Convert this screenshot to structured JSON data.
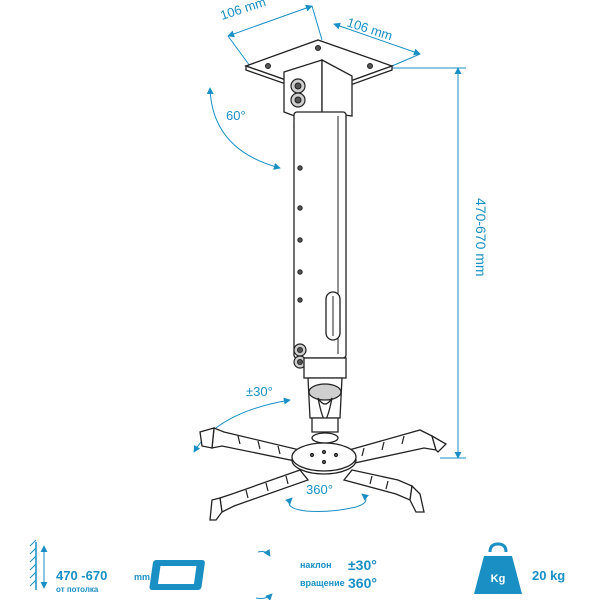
{
  "dimensions": {
    "plate_width_a": "106 mm",
    "plate_width_b": "106 mm",
    "height_range": "470-670 mm",
    "tilt_top": "60°",
    "tilt_bottom": "±30°",
    "rotation": "360°"
  },
  "specs": {
    "height_value": "470 -670",
    "height_unit": "mm",
    "height_caption": "от потолка",
    "tilt_label": "наклон",
    "tilt_value": "±30°",
    "rotate_label": "вращение",
    "rotate_value": "360°",
    "weight_icon_label": "Kg",
    "weight_value": "20 kg"
  },
  "colors": {
    "accent": "#1a8fc4",
    "line": "#222222"
  }
}
